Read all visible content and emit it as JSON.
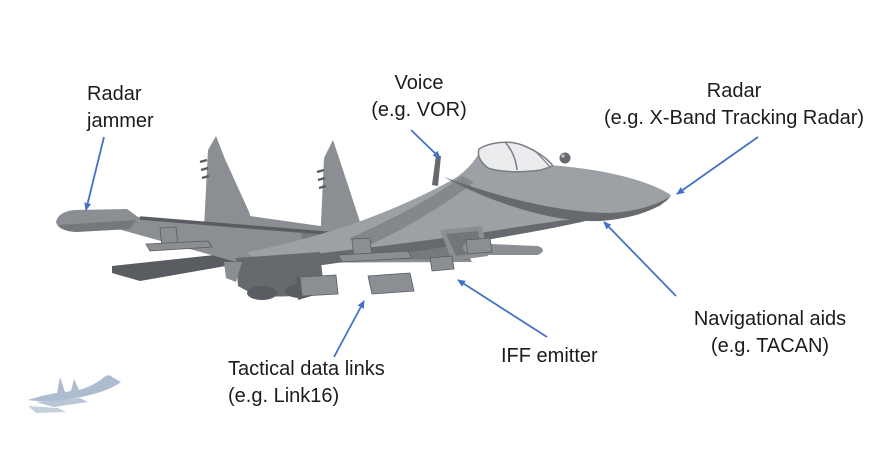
{
  "diagram": {
    "labels": {
      "radar_jammer": {
        "line1": "Radar",
        "line2": "jammer"
      },
      "voice": {
        "line1": "Voice",
        "line2": "(e.g. VOR)"
      },
      "radar": {
        "line1": "Radar",
        "line2": "(e.g. X-Band Tracking Radar)"
      },
      "tactical_data_links": {
        "line1": "Tactical data links",
        "line2": "(e.g. Link16)"
      },
      "iff_emitter": {
        "line1": "IFF emitter"
      },
      "navigational_aids": {
        "line1": "Navigational aids",
        "line2": "(e.g. TACAN)"
      }
    },
    "arrows": [
      {
        "from": "radar-jammer-label",
        "to": "wingtip-jammer-pod"
      },
      {
        "from": "voice-label",
        "to": "spine-blade-antenna"
      },
      {
        "from": "radar-label",
        "to": "nose-radome"
      },
      {
        "from": "tactical-data-links-label",
        "to": "belly-pylon"
      },
      {
        "from": "iff-emitter-label",
        "to": "forward-fuselage-underside"
      },
      {
        "from": "navigational-aids-label",
        "to": "nose-underside"
      }
    ],
    "colors": {
      "background": "#ffffff",
      "arrow": "#4472c4",
      "text": "#1c1c1c",
      "aircraft_light": "#9da0a5",
      "aircraft_mid": "#8b8e93",
      "aircraft_dark": "#66696e",
      "aircraft_darker": "#595c61",
      "canopy": "#ebecee",
      "mini_aircraft": "#adbccf"
    }
  }
}
